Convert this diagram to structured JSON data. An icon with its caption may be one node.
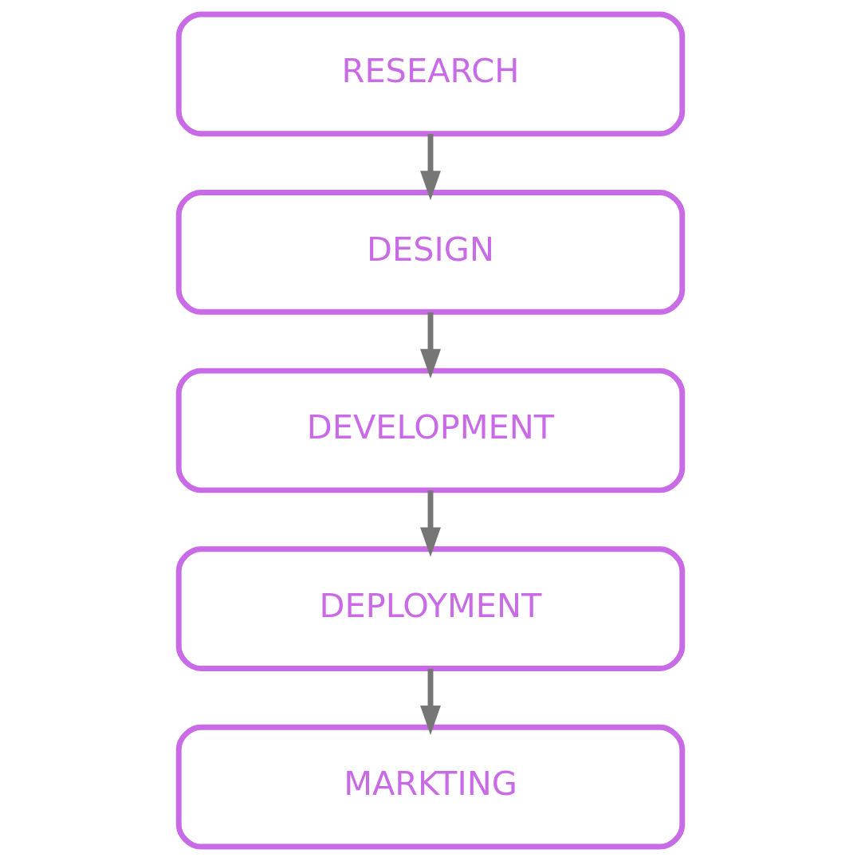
{
  "diagram": {
    "nodes": [
      {
        "text": [
          "RESEARCH"
        ]
      },
      {
        "text": [
          "DESIGN"
        ]
      },
      {
        "text": [
          "DEVELOPMENT"
        ]
      },
      {
        "text": [
          "DEPLOYMENT"
        ]
      },
      {
        "text": [
          "MARKTING"
        ]
      }
    ],
    "edges": [
      {
        "from": 0,
        "to": 1,
        "arrow": "to"
      },
      {
        "from": 1,
        "to": 2,
        "arrow": "to"
      },
      {
        "from": 2,
        "to": 3,
        "arrow": "to"
      },
      {
        "from": 3,
        "to": 4,
        "arrow": "to"
      }
    ]
  }
}
